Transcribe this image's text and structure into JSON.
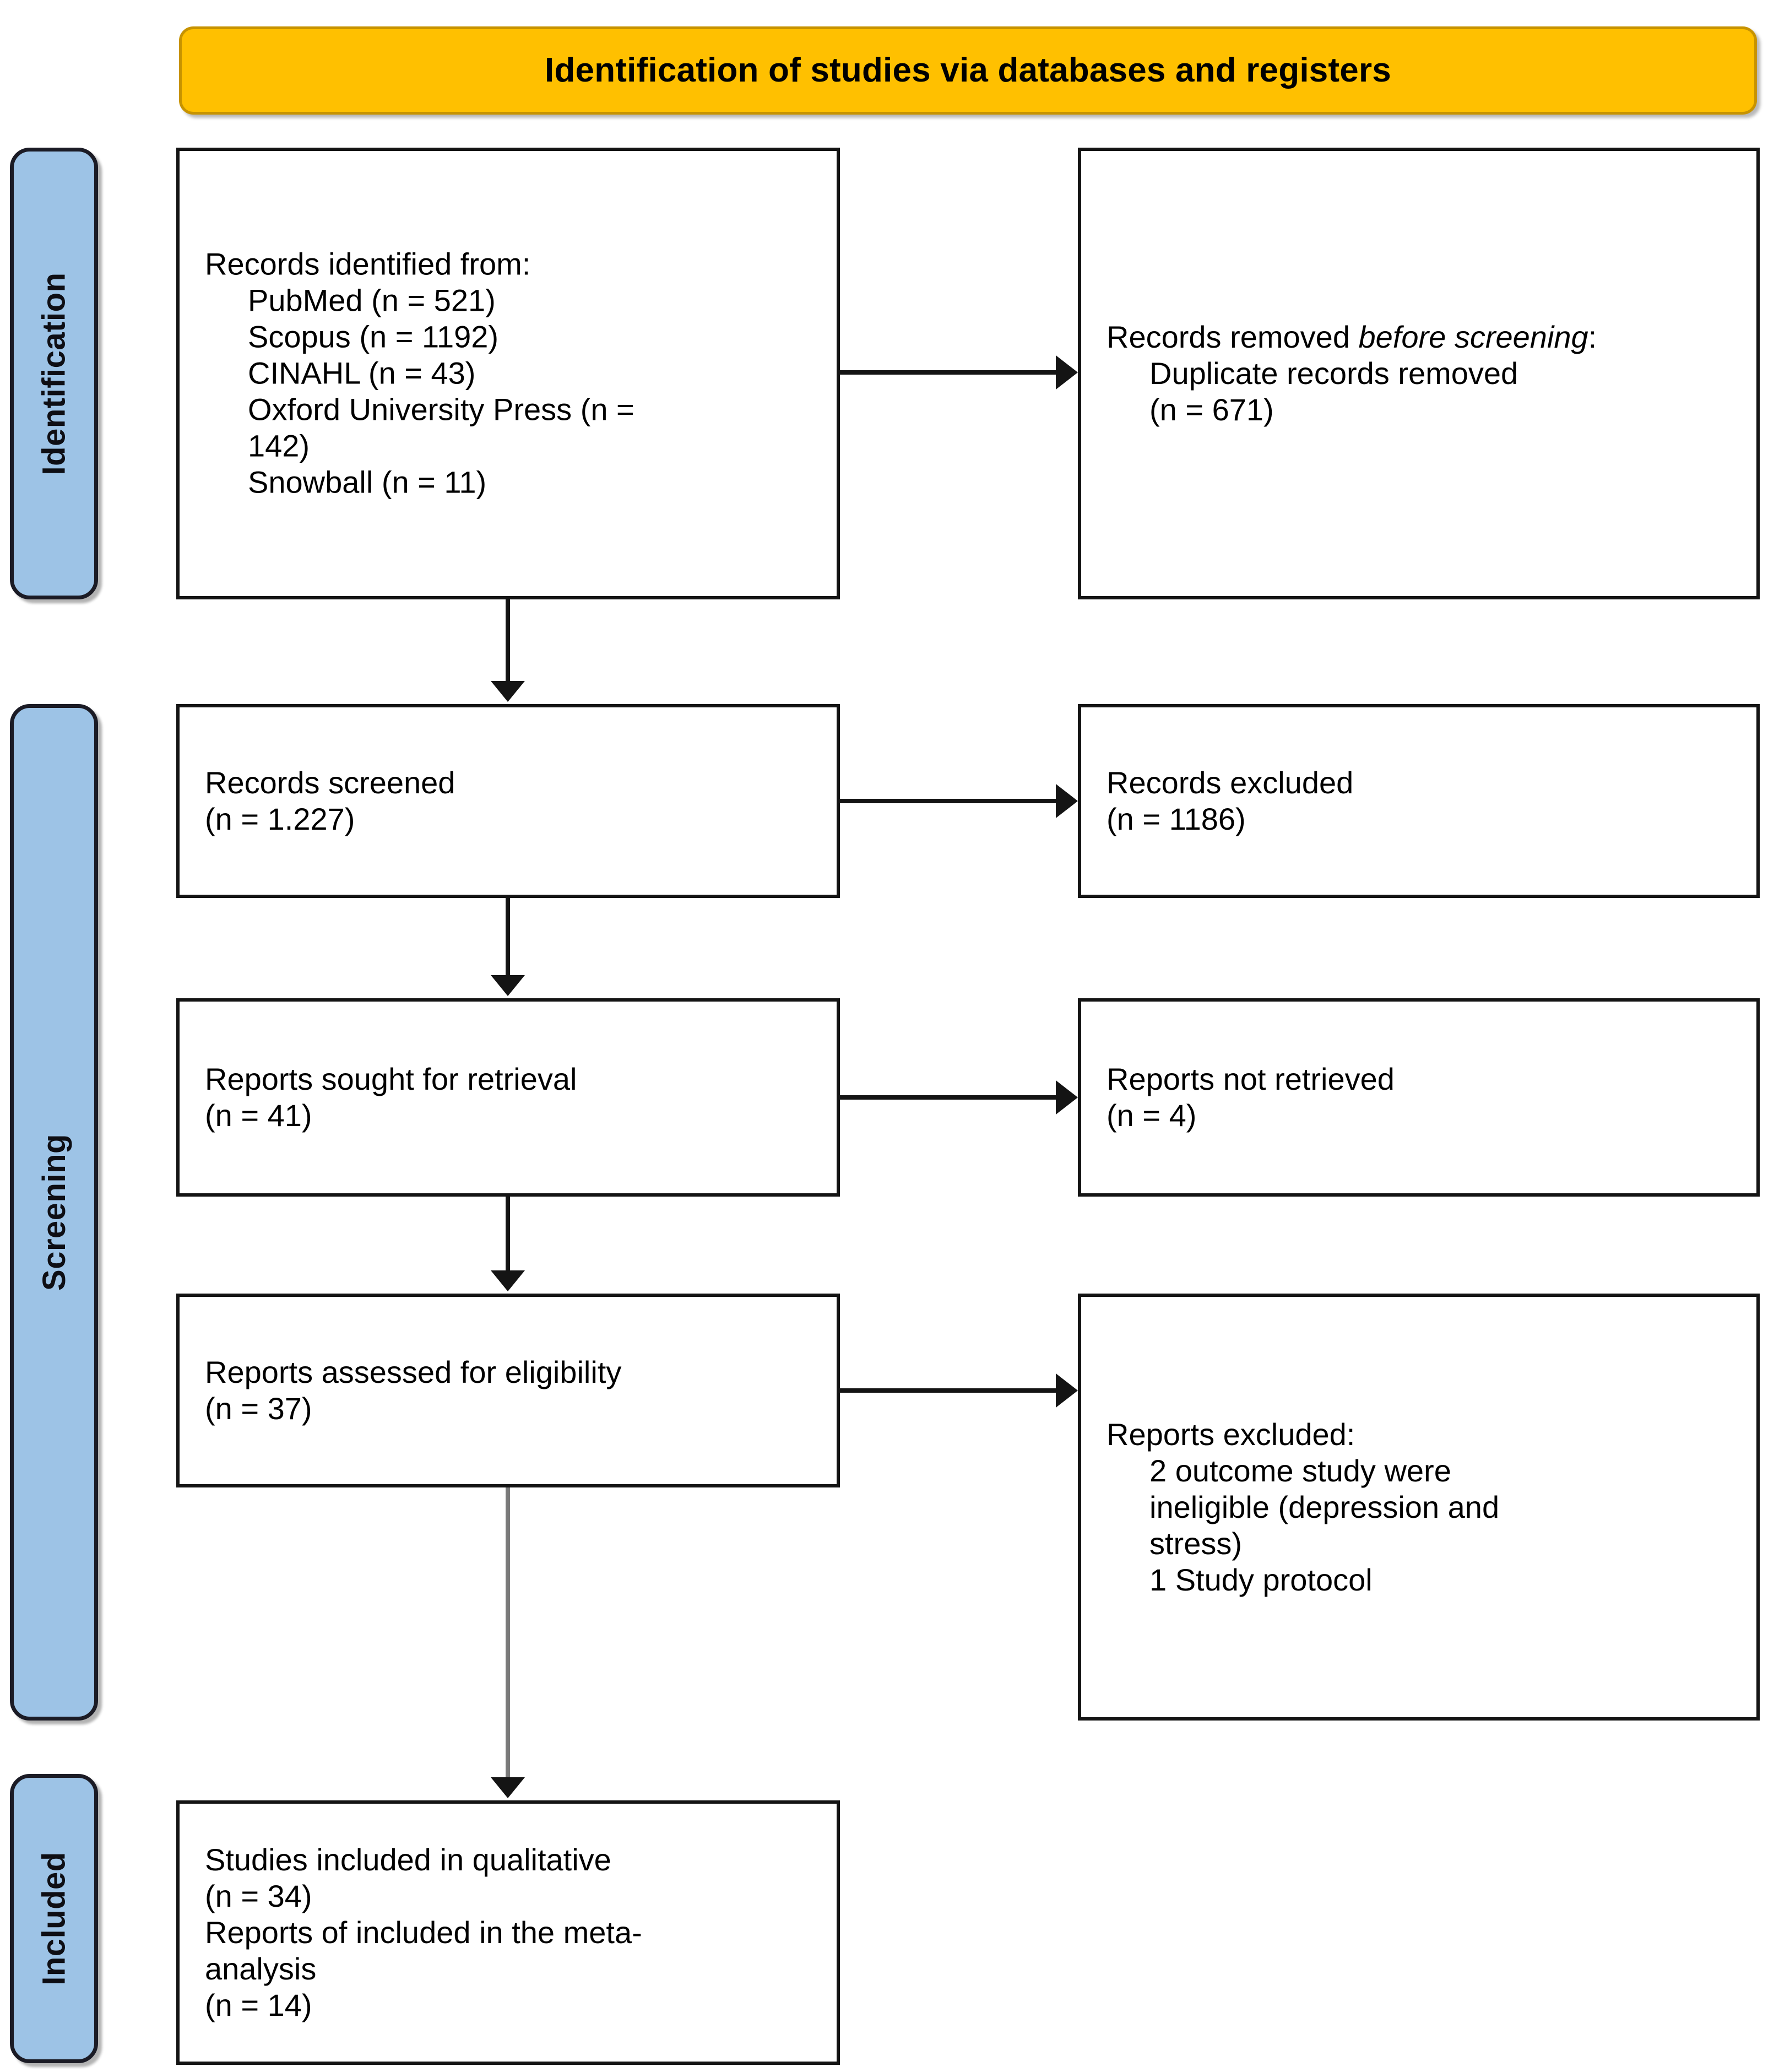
{
  "banner": {
    "title": "Identification of studies via databases and registers",
    "color": "#FFC000"
  },
  "stages": {
    "accent_color": "#9DC3E6",
    "identification": "Identification",
    "screening": "Screening",
    "included": "Included"
  },
  "boxes": {
    "identified": {
      "heading": "Records identified from:",
      "items": [
        "PubMed (n = 521)",
        "Scopus (n = 1192)",
        "CINAHL (n = 43)",
        "Oxford University Press (n =",
        "142)",
        "Snowball (n = 11)"
      ],
      "sources": [
        {
          "name": "PubMed",
          "n": 521
        },
        {
          "name": "Scopus",
          "n": 1192
        },
        {
          "name": "CINAHL",
          "n": 43
        },
        {
          "name": "Oxford University Press",
          "n": 142
        },
        {
          "name": "Snowball",
          "n": 11
        }
      ]
    },
    "removed": {
      "heading_plain": "Records removed ",
      "heading_italic": "before screening",
      "heading_colon": ":",
      "item_line1": "Duplicate records removed",
      "item_line2": "(n = 671)",
      "n": 671
    },
    "screened": {
      "label": "Records screened",
      "count": "(n = 1.227)",
      "n": 1227
    },
    "excluded": {
      "label": "Records excluded",
      "count": "(n = 1186)",
      "n": 1186
    },
    "sought": {
      "label": "Reports sought for retrieval",
      "count": "(n = 41)",
      "n": 41
    },
    "not_retrieved": {
      "label": "Reports not retrieved",
      "count": "(n = 4)",
      "n": 4
    },
    "assessed": {
      "label": "Reports assessed for eligibility",
      "count": "(n = 37)",
      "n": 37
    },
    "reports_excluded": {
      "heading": "Reports excluded:",
      "reasons": [
        "2 outcome study were",
        "ineligible (depression and",
        "stress)",
        "1 Study protocol"
      ]
    },
    "included": {
      "line1": "Studies included in qualitative",
      "line2": "(n = 34)",
      "line3": "Reports of included in the meta-",
      "line4": "analysis",
      "line5": "(n = 14)",
      "studies_n": 34,
      "meta_analysis_n": 14
    }
  }
}
